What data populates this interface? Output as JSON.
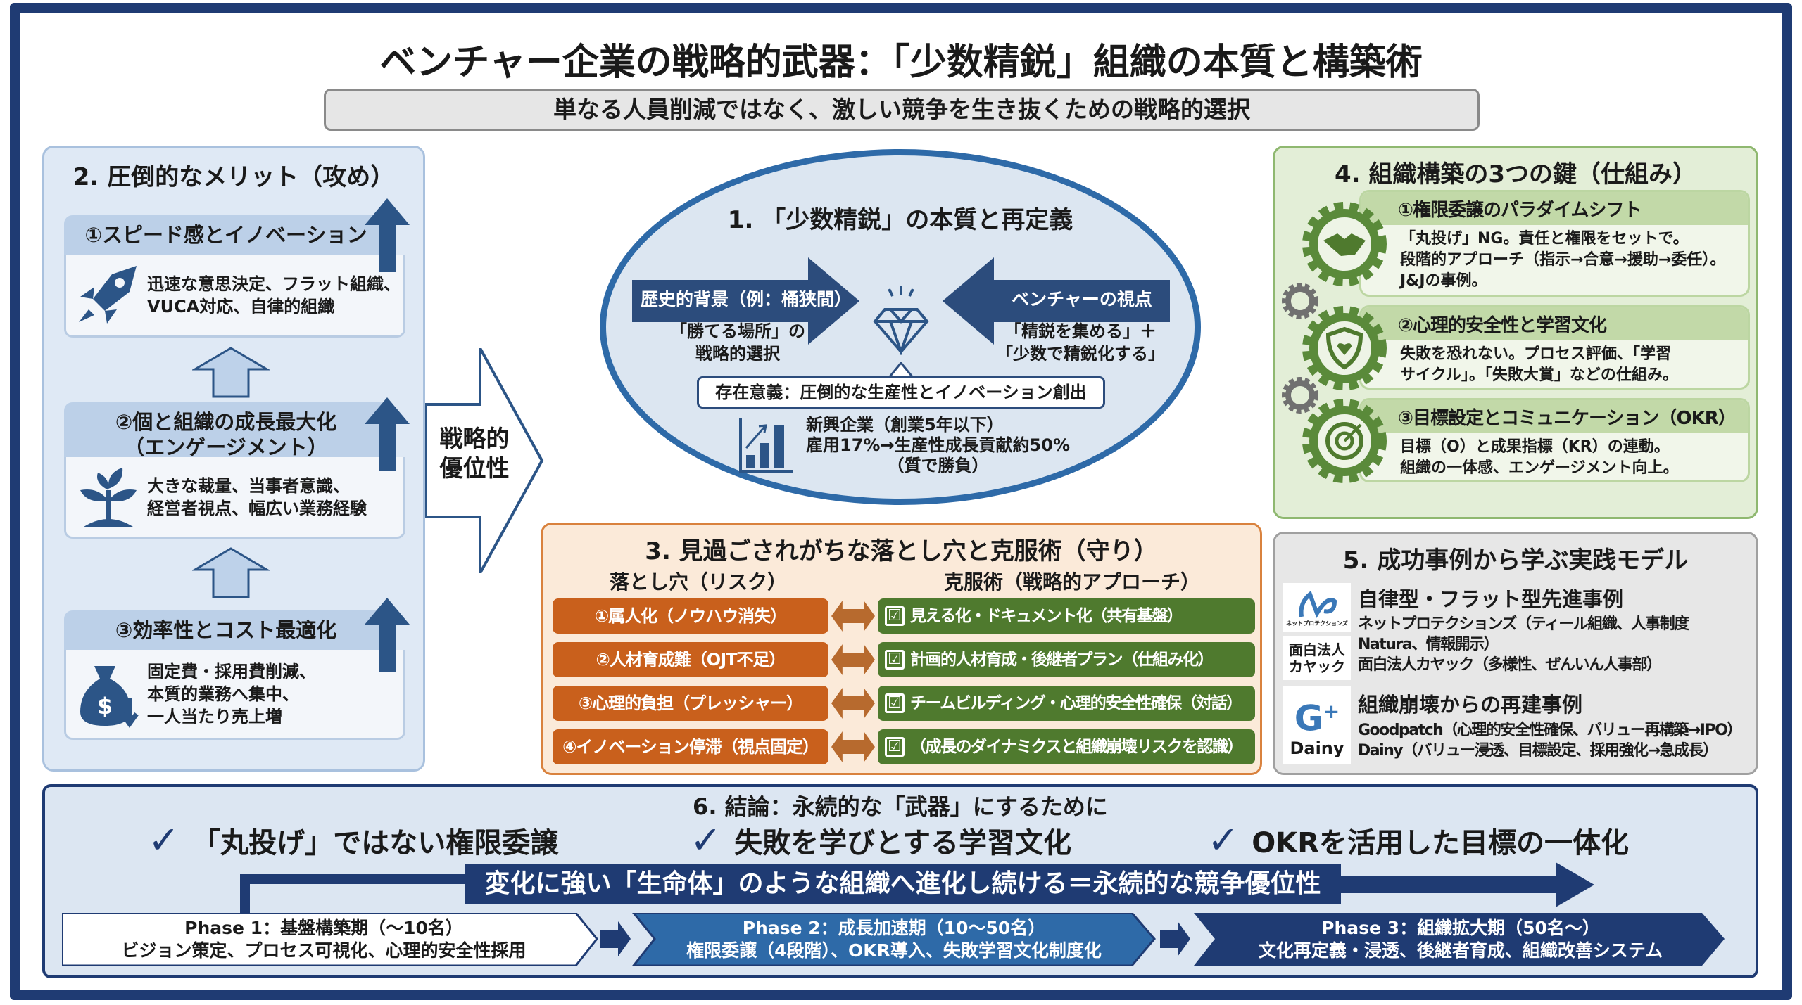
{
  "title": "ベンチャー企業の戦略的武器：「少数精鋭」組織の本質と構築術",
  "subtitle": "単なる人員削減ではなく、激しい競争を生き抜くための戦略的選択",
  "merits": {
    "title": "2. 圧倒的なメリット（攻め）",
    "items": [
      {
        "heading": "①スピード感とイノベーション",
        "lines": [
          "迅速な意思決定、フラット組織、",
          "VUCA対応、自律的組織"
        ],
        "icon": "rocket-icon"
      },
      {
        "heading": "②個と組織の成長最大化",
        "heading2": "（エンゲージメント）",
        "lines": [
          "大きな裁量、当事者意識、",
          "経営者視点、幅広い業務経験"
        ],
        "icon": "sprout-icon"
      },
      {
        "heading": "③効率性とコスト最適化",
        "lines": [
          "固定費・採用費削減、",
          "本質的業務へ集中、",
          "一人当たり売上増"
        ],
        "icon": "money-bag-icon"
      }
    ]
  },
  "strategic_arrow": {
    "line1": "戦略的",
    "line2": "優位性"
  },
  "essence": {
    "title": "1. 「少数精鋭」の本質と再定義",
    "left_arrow": "歴史的背景（例：桶狭間）",
    "left_text": [
      "「勝てる場所」の",
      "戦略的選択"
    ],
    "right_arrow": "ベンチャーの視点",
    "right_text": [
      "「精鋭を集める」＋",
      "「少数で精鋭化する」"
    ],
    "purpose": "存在意義：圧倒的な生産性とイノベーション創出",
    "stats": [
      "新興企業（創業5年以下）",
      "雇用17%→生産性成長貢献約50%",
      "（質で勝負）"
    ]
  },
  "keys": {
    "title": "4. 組織構築の3つの鍵（仕組み）",
    "items": [
      {
        "heading": "①権限委譲のパラダイムシフト",
        "lines": [
          "「丸投げ」NG。責任と権限をセットで。",
          "段階的アプローチ（指示→合意→援助→委任）。",
          "J&Jの事例。"
        ]
      },
      {
        "heading": "②心理的安全性と学習文化",
        "lines": [
          "失敗を恐れない。プロセス評価、「学習",
          "サイクル」。「失敗大賞」などの仕組み。"
        ]
      },
      {
        "heading": "③目標設定とコミュニケーション（OKR）",
        "lines": [
          "目標（O）と成果指標（KR）の連動。",
          "組織の一体感、エンゲージメント向上。"
        ]
      }
    ]
  },
  "pitfalls": {
    "title": "3. 見過ごされがちな落とし穴と克服術（守り）",
    "risk_header": "落とし穴（リスク）",
    "solution_header": "克服術（戦略的アプローチ）",
    "rows": [
      {
        "risk": "①属人化（ノウハウ消失）",
        "solution": "見える化・ドキュメント化（共有基盤）"
      },
      {
        "risk": "②人材育成難（OJT不足）",
        "solution": "計画的人材育成・後継者プラン（仕組み化）"
      },
      {
        "risk": "③心理的負担（プレッシャー）",
        "solution": "チームビルディング・心理的安全性確保（対話）"
      },
      {
        "risk": "④イノベーション停滞（視点固定）",
        "solution": "（成長のダイナミクスと組織崩壊リスクを認識）"
      }
    ],
    "check": "☑"
  },
  "cases": {
    "title": "5. 成功事例から学ぶ実践モデル",
    "group1": {
      "heading": "自律型・フラット型先進事例",
      "lines": [
        "ネットプロテクションズ（ティール組織、人事制度",
        "Natura、情報開示）",
        "面白法人カヤック（多様性、ぜんいん人事部）"
      ],
      "logo1_text": "ネットプロテクションズ",
      "logo2_text": [
        "面白法人",
        "カヤック"
      ]
    },
    "group2": {
      "heading": "組織崩壊からの再建事例",
      "lines": [
        "Goodpatch（心理的安全性確保、バリュー再構築→IPO）",
        "Dainy（バリュー浸透、目標設定、採用強化→急成長）"
      ],
      "logo_text": "Dainy"
    }
  },
  "conclusion": {
    "title": "6. 結論：永続的な「武器」にするために",
    "checks": [
      "「丸投げ」ではない権限委譲",
      "失敗を学びとする学習文化",
      "OKRを活用した目標の一体化"
    ],
    "check_mark": "✓",
    "banner": "変化に強い「生命体」のような組織へ進化し続ける＝永続的な競争優位性",
    "phases": [
      {
        "title": "Phase 1：基盤構築期（〜10名）",
        "desc": "ビジョン策定、プロセス可視化、心理的安全性採用"
      },
      {
        "title": "Phase 2：成長加速期（10〜50名）",
        "desc": "権限委譲（4段階）、OKR導入、失敗学習文化制度化"
      },
      {
        "title": "Phase 3：組織拡大期（50名〜）",
        "desc": "文化再定義・浸透、後継者育成、組織改善システム"
      }
    ]
  },
  "colors": {
    "navy": "#1f3b73",
    "blue": "#2e6aa8",
    "orange": "#c9601c",
    "green": "#4f7a2e"
  }
}
